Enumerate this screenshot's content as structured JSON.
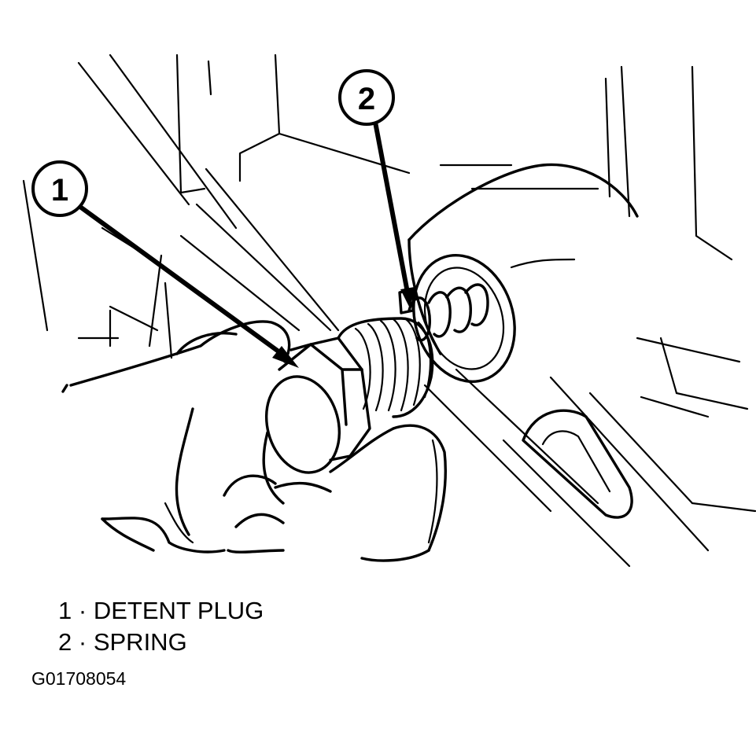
{
  "callouts": [
    {
      "number": "1"
    },
    {
      "number": "2"
    }
  ],
  "legend": [
    {
      "number": "1",
      "separator": "·",
      "label": "DETENT PLUG"
    },
    {
      "number": "2",
      "separator": "·",
      "label": "SPRING"
    }
  ],
  "figure_id": "G01708054",
  "colors": {
    "line": "#000000",
    "background": "#ffffff"
  }
}
